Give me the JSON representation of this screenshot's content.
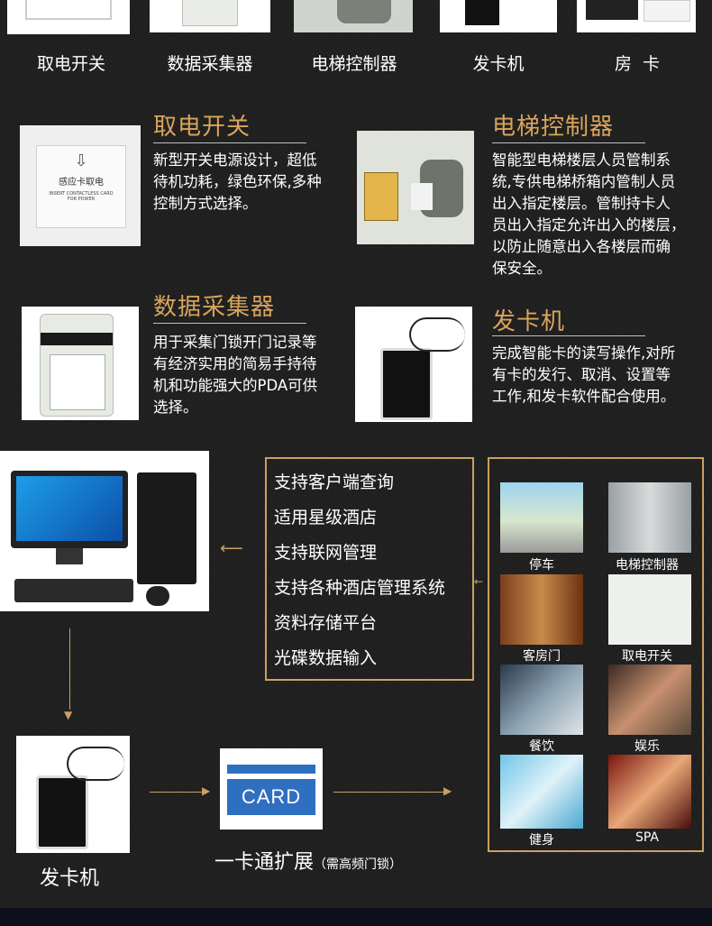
{
  "top_row": {
    "labels": [
      "取电开关",
      "数据采集器",
      "电梯控制器",
      "发卡机",
      "房  卡"
    ]
  },
  "switch_panel": {
    "card_text": "感应卡取电",
    "card_sub1": "INSERT CONTACTLESS CARD",
    "card_sub2": "FOR POWER"
  },
  "sections": {
    "power_switch": {
      "title": "取电开关",
      "desc": [
        "新型开关电源设计，超低",
        "待机功耗，绿色环保,多种",
        "控制方式选择。"
      ]
    },
    "elevator": {
      "title": "电梯控制器",
      "desc": [
        "智能型电梯楼层人员管制系",
        "统,专供电梯桥箱内管制人员",
        "出入指定楼层。管制持卡人",
        "员出入指定允许出入的楼层，",
        "以防止随意出入各楼层而确",
        "保安全。"
      ]
    },
    "collector": {
      "title": "数据采集器",
      "desc": [
        "用于采集门锁开门记录等",
        "有经济实用的简易手持待",
        "机和功能强大的PDA可供",
        "选择。"
      ]
    },
    "card_machine": {
      "title": "发卡机",
      "desc": [
        "完成智能卡的读写操作,对所",
        "有卡的发行、取消、设置等",
        "工作,和发卡软件配合使用。"
      ]
    }
  },
  "features": [
    "支持客户端查询",
    "适用星级酒店",
    "支持联网管理",
    "支持各种酒店管理系统",
    "资料存储平台",
    "光碟数据输入"
  ],
  "apps": [
    "停车",
    "电梯控制器",
    "客房门",
    "取电开关",
    "餐饮",
    "娱乐",
    "健身",
    "SPA"
  ],
  "bottom": {
    "card_machine_label": "发卡机",
    "card_text": "CARD",
    "onecard_main": "一卡通扩展",
    "onecard_sub": "（需高频门锁）"
  },
  "colors": {
    "gold": "#d9a45c",
    "frame": "#c9a062",
    "card_blue": "#2f6fc0"
  }
}
